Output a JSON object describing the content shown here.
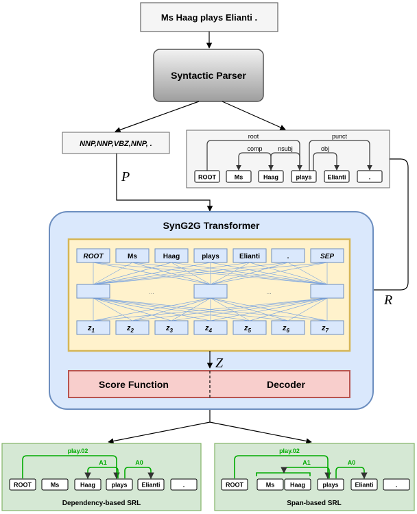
{
  "input": {
    "text": "Ms Haag plays Elianti ."
  },
  "parser": {
    "label": "Syntactic Parser"
  },
  "pos": {
    "text": "NNP,NNP,VBZ,NNP, .",
    "var": "P"
  },
  "dependency": {
    "tokens": [
      "ROOT",
      "Ms",
      "Haag",
      "plays",
      "Elianti",
      "."
    ],
    "arcs": [
      {
        "label": "root",
        "head": 0,
        "dep": 3
      },
      {
        "label": "comp",
        "head": 2,
        "dep": 1
      },
      {
        "label": "nsubj",
        "head": 3,
        "dep": 2
      },
      {
        "label": "obj",
        "head": 3,
        "dep": 4
      },
      {
        "label": "punct",
        "head": 3,
        "dep": 5
      }
    ],
    "var": "R"
  },
  "transformer": {
    "title": "SynG2G Transformer",
    "inputs": [
      "ROOT",
      "Ms",
      "Haag",
      "plays",
      "Elianti",
      ".",
      "SEP"
    ],
    "ellipsis": "...",
    "outputs": [
      {
        "base": "z",
        "sub": "1"
      },
      {
        "base": "z",
        "sub": "2"
      },
      {
        "base": "z",
        "sub": "3"
      },
      {
        "base": "z",
        "sub": "4"
      },
      {
        "base": "z",
        "sub": "5"
      },
      {
        "base": "z",
        "sub": "6"
      },
      {
        "base": "z",
        "sub": "7"
      }
    ],
    "z_var": "Z",
    "score_label": "Score Function",
    "decoder_label": "Decoder"
  },
  "srl": [
    {
      "caption": "Dependency-based SRL",
      "predicate": "play.02",
      "tokens": [
        "ROOT",
        "Ms",
        "Haag",
        "plays",
        "Elianti",
        "."
      ],
      "arcs": [
        {
          "label": "A1"
        },
        {
          "label": "A0"
        }
      ]
    },
    {
      "caption": "Span-based SRL",
      "predicate": "play.02",
      "tokens": [
        "ROOT",
        "Ms",
        "Haag",
        "plays",
        "Elianti",
        "."
      ],
      "arcs": [
        {
          "label": "A1"
        },
        {
          "label": "A0"
        }
      ]
    }
  ]
}
